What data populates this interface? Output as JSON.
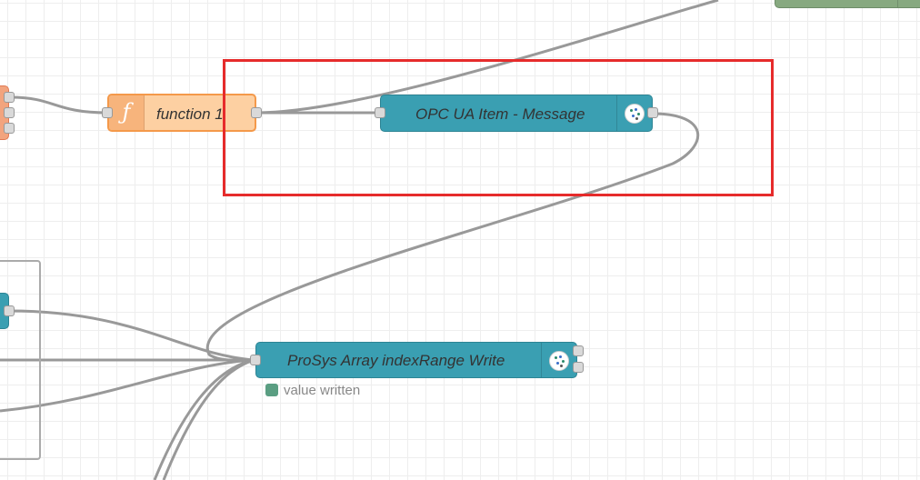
{
  "nodes": {
    "function_node": {
      "label": "function 1",
      "icon": "function-icon"
    },
    "opc_item": {
      "label": "OPC UA Item - Message",
      "icon": "opcua-icon"
    },
    "prosys_write": {
      "label": "ProSys Array indexRange Write",
      "icon": "opcua-icon"
    }
  },
  "status": {
    "prosys_write": "value written"
  },
  "colors": {
    "function_fill": "#fdd0a2",
    "function_border": "#f4994a",
    "opcua_fill": "#3a9fb2",
    "group_border": "#aaaaaa",
    "wire": "#999999",
    "highlight": "#e62b2b",
    "status_ok": "#5a9e82",
    "top_right_node": "#87a980"
  }
}
